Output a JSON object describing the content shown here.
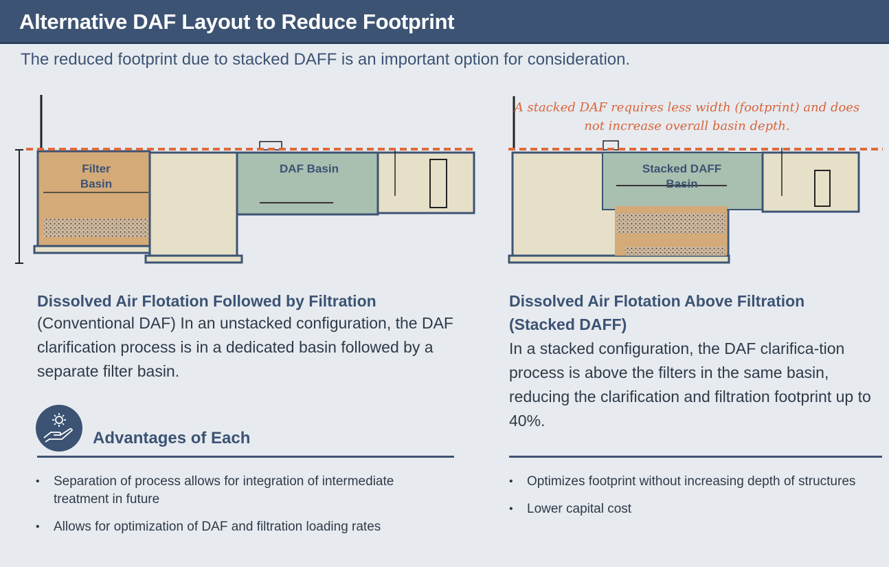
{
  "header": {
    "title": "Alternative DAF Layout  to Reduce Footprint"
  },
  "subtitle": "The reduced footprint due to stacked DAFF is an important option for consideration.",
  "diagram": {
    "callout": "A stacked DAF requires less width (footprint) and does not increase overall basin depth.",
    "left_labels": {
      "filter": "Filter Basin",
      "daf": "DAF Basin"
    },
    "right_labels": {
      "stacked": "Stacked DAFF Basin"
    },
    "colors": {
      "reference_line": "#e06a3c",
      "outline": "#3c5373",
      "filter": "#d4aa78",
      "daf": "#a9bfb0",
      "concrete": "#e6e0c8"
    }
  },
  "left": {
    "heading": "Dissolved Air Flotation Followed by Filtration",
    "body": "(Conventional DAF) In an unstacked configuration, the DAF clarification process is in a dedicated basin followed by a separate filter basin.",
    "advantages": [
      "Separation of process allows for integration of intermediate treatment in future",
      "Allows for optimization of DAF and filtration loading rates"
    ]
  },
  "right": {
    "heading": "Dissolved Air Flotation Above Filtration (Stacked DAFF)",
    "body": "In a stacked configuration, the DAF clarifica-tion process is above the filters in the same basin, reducing the clarification and filtration footprint up to 40%.",
    "advantages": [
      "Optimizes footprint without increasing depth of structures",
      "Lower capital cost"
    ]
  },
  "advantages_title": "Advantages of Each",
  "advantages_icon": "hand-with-sun-icon"
}
